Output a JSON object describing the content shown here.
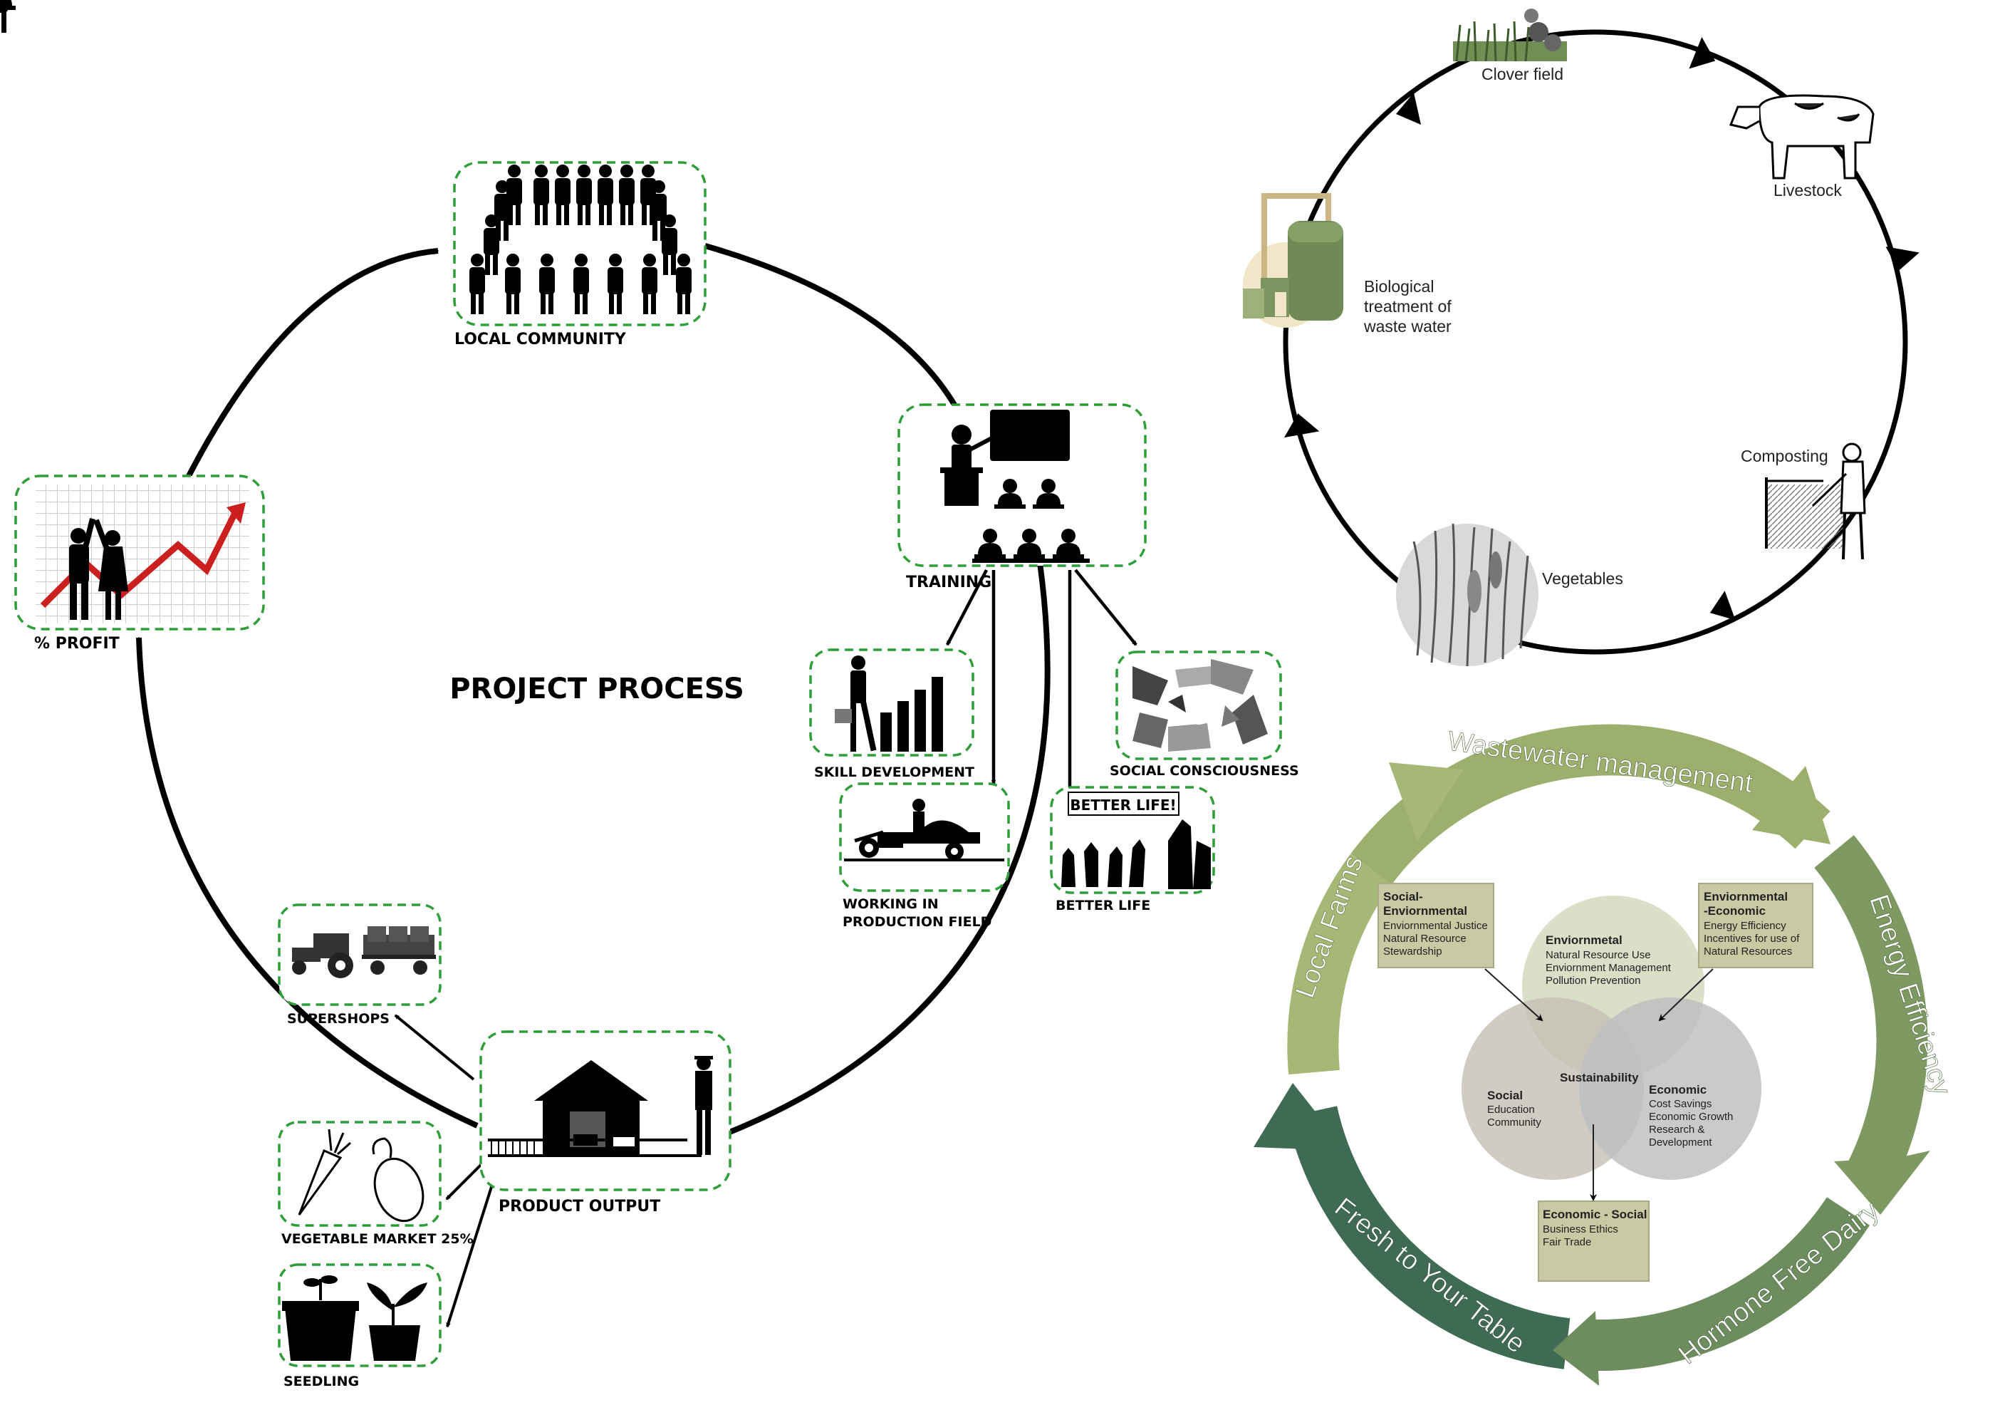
{
  "process": {
    "title": "PROJECT PROCESS",
    "nodes": {
      "local_community": "LOCAL COMMUNITY",
      "training": "TRAINING",
      "skill_development": "SKILL DEVELOPMENT",
      "social_consciousness": "SOCIAL CONSCIOUSNESS",
      "working_line1": "WORKING IN",
      "working_line2": "PRODUCTION FIELD",
      "better_life": "BETTER LIFE",
      "better_life_sign": "BETTER LIFE!",
      "product_output": "PRODUCT OUTPUT",
      "supershops": "SUPERSHOPS",
      "vegetable_market": "VEGETABLE MARKET 25%",
      "seedling": "SEEDLING",
      "profit": "% PROFIT"
    }
  },
  "cycle": {
    "clover_field": "Clover field",
    "livestock": "Livestock",
    "composting": "Composting",
    "vegetables": "Vegetables",
    "bio_line1": "Biological",
    "bio_line2": "treatment of",
    "bio_line3": "waste water"
  },
  "sustainability": {
    "ring": {
      "wastewater": "Wastewater management",
      "energy": "Energy Efficiency",
      "dairy": "Hormone Free Dairy",
      "table": "Fresh to Your Table",
      "farms": "Local Farms"
    },
    "circles": {
      "env_title": "Enviornmetal",
      "env_1": "Natural Resource Use",
      "env_2": "Enviornment Management",
      "env_3": "Pollution Prevention",
      "social_title": "Social",
      "social_1": "Education",
      "social_2": "Community",
      "econ_title": "Economic",
      "econ_1": "Cost Savings",
      "econ_2": "Economic Growth",
      "econ_3": "Research &",
      "econ_4": "Development",
      "center": "Sustainability"
    },
    "notes": {
      "se_title1": "Social-",
      "se_title2": "Enviornmental",
      "se_1": "Enviornmental Justice",
      "se_2": "Natural Resource",
      "se_3": "Stewardship",
      "ee_title1": "Enviornmental",
      "ee_title2": "-Economic",
      "ee_1": "Energy Efficiency",
      "ee_2": "Incentives for use of",
      "ee_3": "Natural Resources",
      "es_title": "Economic - Social",
      "es_1": "Business Ethics",
      "es_2": "Fair Trade"
    }
  },
  "colors": {
    "dash_green": "#2f9e3a",
    "ring_light": "#a3b472",
    "ring_mid": "#7f9a62",
    "ring_dark": "#3f6b55",
    "note_fill": "#c9c9a4"
  }
}
